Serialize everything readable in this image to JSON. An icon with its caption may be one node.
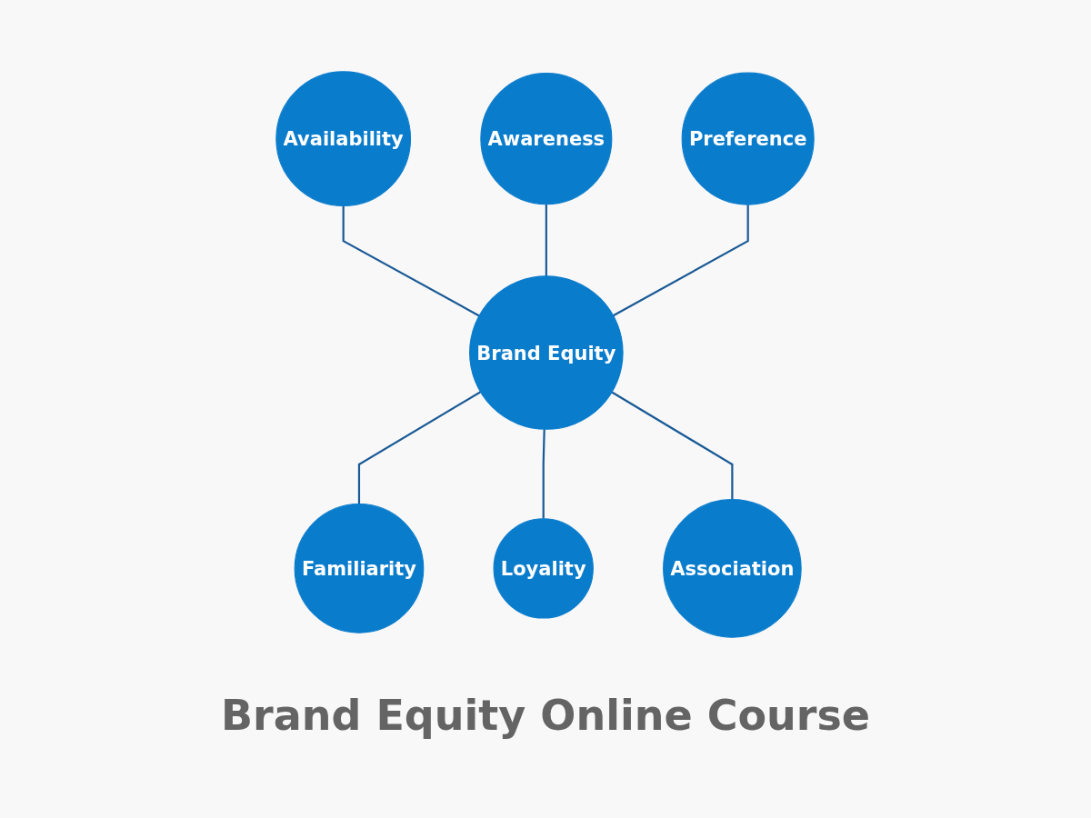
{
  "diagram": {
    "title": "Brand Equity Online Course",
    "nodes": [
      {
        "text": [
          "Availability"
        ]
      },
      {
        "text": [
          "Awareness"
        ]
      },
      {
        "text": [
          "Preference"
        ]
      },
      {
        "text": [
          "Brand Equity"
        ]
      },
      {
        "text": [
          "Familiarity"
        ]
      },
      {
        "text": [
          "Loyality"
        ]
      },
      {
        "text": [
          "Association"
        ]
      }
    ],
    "edges": [
      {
        "from": 0,
        "to": 3,
        "arrow": "none"
      },
      {
        "from": 1,
        "to": 3,
        "arrow": "none"
      },
      {
        "from": 2,
        "to": 3,
        "arrow": "none"
      },
      {
        "from": 3,
        "to": 4,
        "arrow": "none"
      },
      {
        "from": 3,
        "to": 5,
        "arrow": "none"
      },
      {
        "from": 3,
        "to": 6,
        "arrow": "none"
      }
    ]
  }
}
